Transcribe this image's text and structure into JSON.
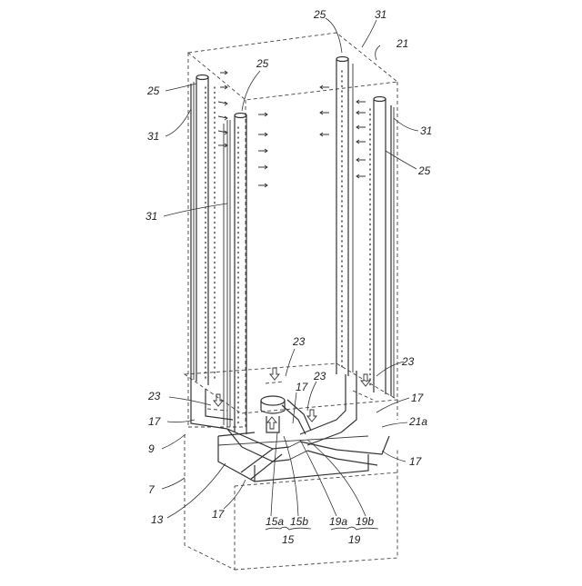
{
  "labels": {
    "l21": "21",
    "l25_top": "25",
    "l31_top": "31",
    "l25_center": "25",
    "l25_left": "25",
    "l31_left": "31",
    "l31_right": "31",
    "l25_right": "25",
    "l31_mid": "31",
    "l23_center": "23",
    "l23_mid": "23",
    "l23_right": "23",
    "l23_left": "23",
    "l17_center": "17",
    "l17_right_upper": "17",
    "l21a": "21a",
    "l17_left": "17",
    "l9": "9",
    "l17_right_lower": "17",
    "l7": "7",
    "l13": "13",
    "l17_bottom": "17",
    "l15a": "15a",
    "l15b": "15b",
    "l15": "15",
    "l19a": "19a",
    "l19b": "19b",
    "l19": "19"
  },
  "colors": {
    "line": "#333333",
    "background": "#ffffff"
  }
}
